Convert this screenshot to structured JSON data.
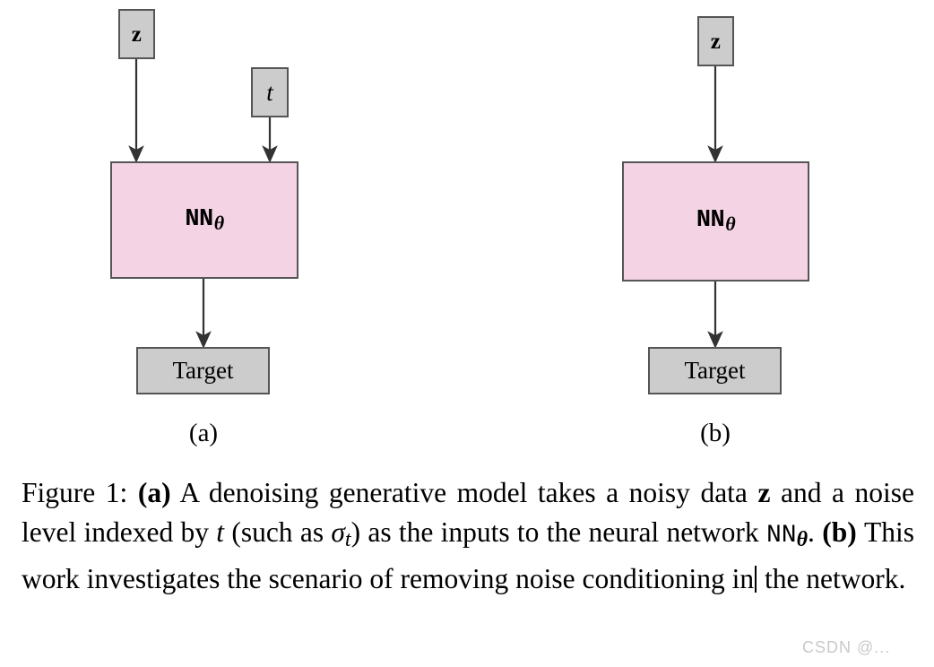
{
  "figure": {
    "panels": [
      {
        "id": "a",
        "sub_label": "(a)",
        "nodes": {
          "input_z": "z",
          "input_t": "t",
          "network": "NN",
          "network_subscript": "θ",
          "output": "Target"
        }
      },
      {
        "id": "b",
        "sub_label": "(b)",
        "nodes": {
          "input_z": "z",
          "network": "NN",
          "network_subscript": "θ",
          "output": "Target"
        }
      }
    ]
  },
  "caption": {
    "prefix": "Figure 1:",
    "part_a_tag": "(a)",
    "segment_1": " A denoising generative model takes a noisy data ",
    "var_z": "z",
    "segment_2": " and a noise level indexed by ",
    "var_t": "t",
    "segment_3": " (such as ",
    "sigma": "σ",
    "sigma_sub": "t",
    "segment_4": ") as the inputs to the neural network ",
    "nn": "NN",
    "nn_sub": "θ",
    "segment_5": ". ",
    "part_b_tag": "(b)",
    "segment_6": " This work investigates the scenario of removing noise conditioning in",
    "segment_7": " the network."
  },
  "watermark": {
    "text": "CSDN @..."
  },
  "colors": {
    "gray_fill": "#cccccc",
    "pink_fill": "#f4d3e4",
    "box_border": "#555555",
    "arrow": "#333333",
    "text": "#000000",
    "watermark": "#c9c9c9"
  }
}
